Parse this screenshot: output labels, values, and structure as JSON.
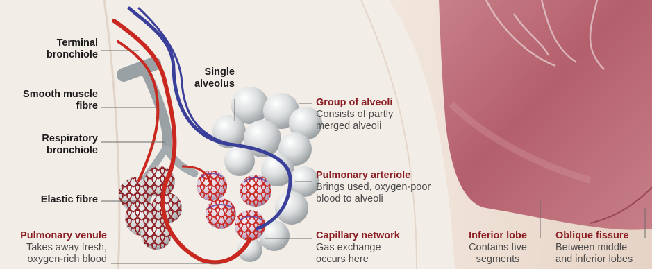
{
  "labels": {
    "terminal_bronchiole": {
      "title_line1": "Terminal",
      "title_line2": "bronchiole"
    },
    "smooth_muscle_fibre": {
      "title_line1": "Smooth muscle",
      "title_line2": "fibre"
    },
    "respiratory_bronchiole": {
      "title_line1": "Respiratory",
      "title_line2": "bronchiole"
    },
    "elastic_fibre": {
      "title": "Elastic fibre"
    },
    "pulmonary_venule": {
      "title": "Pulmonary venule",
      "desc_line1": "Takes away fresh,",
      "desc_line2": "oxygen-rich blood"
    },
    "single_alveolus": {
      "title_line1": "Single",
      "title_line2": "alveolus"
    },
    "group_of_alveoli": {
      "title": "Group of alveoli",
      "desc_line1": "Consists of partly",
      "desc_line2": "merged alveoli"
    },
    "pulmonary_arteriole": {
      "title": "Pulmonary arteriole",
      "desc_line1": "Brings used, oxygen-poor",
      "desc_line2": "blood to alveoli"
    },
    "capillary_network": {
      "title": "Capillary network",
      "desc_line1": "Gas exchange",
      "desc_line2": "occurs here"
    },
    "inferior_lobe": {
      "title": "Inferior lobe",
      "desc_line1": "Contains five",
      "desc_line2": "segments"
    },
    "oblique_fissure": {
      "title": "Oblique fissure",
      "desc_line1": "Between middle",
      "desc_line2": "and inferior lobes"
    }
  },
  "colors": {
    "background": "#f3ede8",
    "accent_title": "#8a1d22",
    "vein_red": "#c8281f",
    "artery_blue": "#3a3f9a",
    "alveolus_grey": "#d4d7d8",
    "lung_tissue": "#b86a76"
  }
}
